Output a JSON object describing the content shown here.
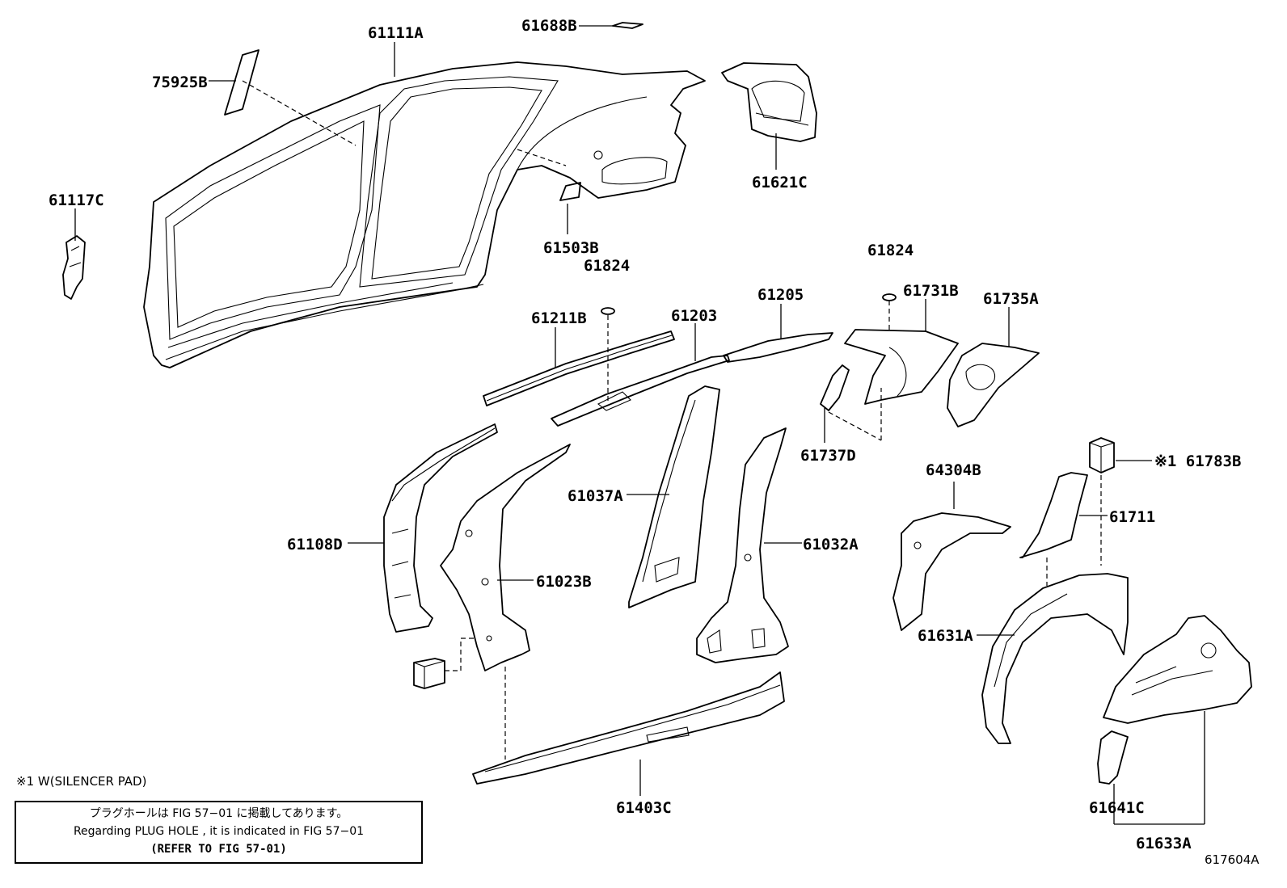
{
  "labels": {
    "p61111A": "61111A",
    "p75925B": "75925B",
    "p61688B": "61688B",
    "p61621C": "61621C",
    "p61117C": "61117C",
    "p61503B": "61503B",
    "p61824a": "61824",
    "p61824b": "61824",
    "p61211B": "61211B",
    "p61203": "61203",
    "p61205": "61205",
    "p61731B": "61731B",
    "p61735A": "61735A",
    "p61737D": "61737D",
    "p61783B": "※1 61783B",
    "p61711": "61711",
    "p64304B": "64304B",
    "p61037A": "61037A",
    "p61032A": "61032A",
    "p61108D": "61108D",
    "p61023B": "61023B",
    "p61631A": "61631A",
    "p61403C": "61403C",
    "p61641C": "61641C",
    "p61633A": "61633A"
  },
  "footnote": "※1 W(SILENCER PAD)",
  "notice": {
    "line1": "プラグホールは FIG 57−01 に掲載してあります。",
    "line2": "Regarding PLUG HOLE , it is indicated in FIG 57−01",
    "line3": "(REFER TO FIG 57-01)"
  },
  "figure_id": "617604A"
}
